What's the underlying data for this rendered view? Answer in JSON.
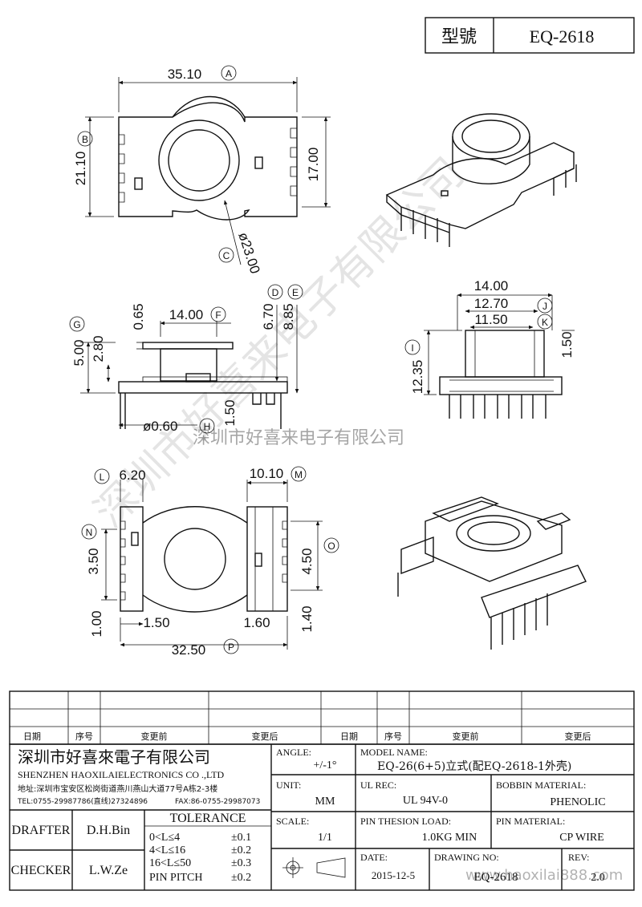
{
  "model_box": {
    "label": "型號",
    "value": "EQ-2618"
  },
  "dims": {
    "d35_10": "35.10",
    "d21_10": "21.10",
    "d17_00": "17.00",
    "d23_00": "ø23.00",
    "d14_00_side": "14.00",
    "d0_65": "0.65",
    "d6_70": "6.70",
    "d8_85": "8.85",
    "d5_00": "5.00",
    "d2_80": "2.80",
    "d0_60": "ø0.60",
    "d1_50_side": "1.50",
    "d14_00_end": "14.00",
    "d12_70": "12.70",
    "d11_50": "11.50",
    "d1_50_end": "1.50",
    "d12_35": "12.35",
    "d6_20": "6.20",
    "d10_10": "10.10",
    "d3_50": "3.50",
    "d4_50": "4.50",
    "d1_00": "1.00",
    "d1_50_bot": "1.50",
    "d1_60": "1.60",
    "d1_40": "1.40",
    "d32_50": "32.50"
  },
  "callouts": {
    "A": "A",
    "B": "B",
    "C": "C",
    "D": "D",
    "E": "E",
    "F": "F",
    "G": "G",
    "H": "H",
    "I": "I",
    "J": "J",
    "K": "K",
    "L": "L",
    "M": "M",
    "N": "N",
    "O": "O",
    "P": "P"
  },
  "watermark": {
    "company": "深圳市好喜来电子有限公司",
    "site": "www.haoxilai888.com"
  },
  "revision": {
    "cols": [
      "日期",
      "序号",
      "变更前",
      "变更后",
      "日期",
      "序号",
      "变更前",
      "变更后"
    ]
  },
  "titleblock": {
    "company_cn": "深圳市好喜來電子有限公司",
    "company_en": "SHENZHEN HAOXILAIELECTRONICS CO .,LTD",
    "address": "地址:深圳市宝安区松岗街道燕川燕山大道77号A栋2-3楼",
    "tel": "TEL:0755-29987786(直线)27324896",
    "fax": "FAX:86-0755-29987073",
    "angle_label": "ANGLE:",
    "angle_value": "+/-1°",
    "unit_label": "UNIT:",
    "unit_value": "MM",
    "scale_label": "SCALE:",
    "scale_value": "1/1",
    "model_label": "MODEL NAME:",
    "model_value": "EQ-26(6+5)立式(配EQ-2618-1外壳)",
    "ulrec_label": "UL REC:",
    "ulrec_value": "UL 94V-0",
    "bobbin_label": "BOBBIN MATERIAL:",
    "bobbin_value": "PHENOLIC",
    "pin_load_label": "PIN THESION LOAD:",
    "pin_load_value": "1.0KG MIN",
    "pin_mat_label": "PIN MATERIAL:",
    "pin_mat_value": "CP WIRE",
    "date_label": "DATE:",
    "date_value": "2015-12-5",
    "drawing_no_label": "DRAWING NO:",
    "drawing_no_value": "EQ-2618",
    "rev_label": "REV:",
    "rev_value": "2.0",
    "drafter_label": "DRAFTER",
    "drafter_value": "D.H.Bin",
    "checker_label": "CHECKER",
    "checker_value": "L.W.Ze",
    "tolerance_title": "TOLERANCE",
    "tol_rows": [
      {
        "range": "0<L≤4",
        "value": "±0.1"
      },
      {
        "range": "4<L≤16",
        "value": "±0.2"
      },
      {
        "range": "16<L≤50",
        "value": "±0.3"
      },
      {
        "range": "PIN PITCH",
        "value": "±0.2"
      }
    ]
  }
}
